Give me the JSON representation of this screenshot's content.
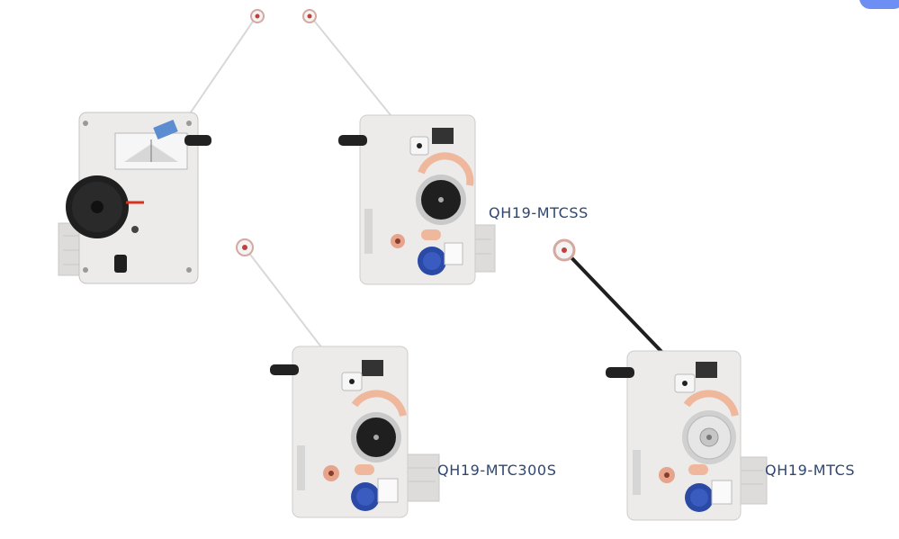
{
  "products": [
    {
      "id": "analog-tensioner",
      "label": ""
    },
    {
      "id": "mtcss",
      "label": "QH19-MTCSS"
    },
    {
      "id": "mtc300s",
      "label": "QH19-MTC300S"
    },
    {
      "id": "mtcs",
      "label": "QH19-MTCS"
    }
  ],
  "colors": {
    "body": "#ecebea",
    "shadow": "#c9c8c6",
    "black_knob": "#1f1f1f",
    "blue_knob": "#2b4aa6",
    "salmon": "#efb79c",
    "label_text": "#2f4673",
    "accent_tab": "#6d8ef2"
  },
  "icons": [
    "rotary-knob-icon",
    "tension-arm-icon",
    "pulley-icon",
    "lever-handle-icon",
    "gauge-scale-icon"
  ]
}
